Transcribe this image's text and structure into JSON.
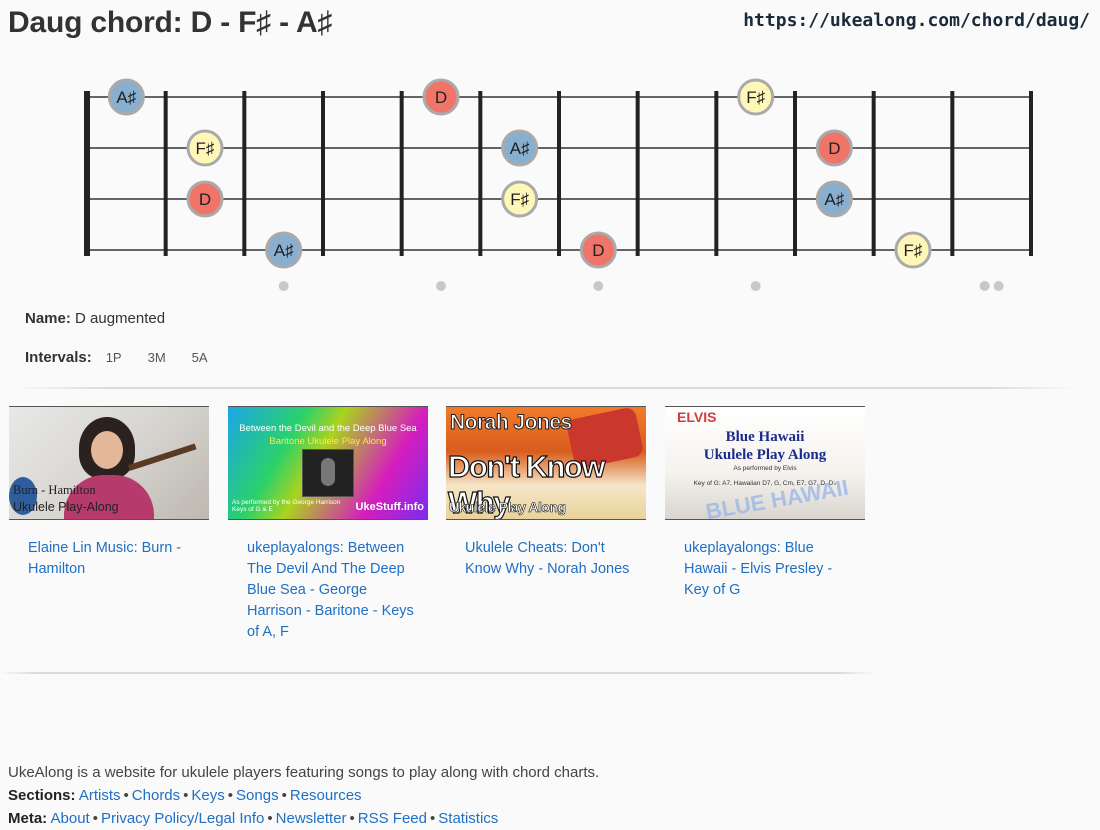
{
  "page": {
    "title": "Daug chord: D - F♯ - A♯",
    "url": "https://ukealong.com/chord/daug/"
  },
  "colors": {
    "note_A#": "#88afd0",
    "note_F#": "#fff7b8",
    "note_D": "#f07468",
    "note_stroke": "#aaaaaa",
    "link": "#1f6fc5"
  },
  "fretboard": {
    "strings": 4,
    "frets": 12,
    "markers": [
      3,
      5,
      7,
      9,
      12
    ],
    "notes": [
      {
        "string": 1,
        "fret": 1,
        "label": "A♯"
      },
      {
        "string": 1,
        "fret": 5,
        "label": "D"
      },
      {
        "string": 1,
        "fret": 9,
        "label": "F♯"
      },
      {
        "string": 2,
        "fret": 2,
        "label": "F♯"
      },
      {
        "string": 2,
        "fret": 6,
        "label": "A♯"
      },
      {
        "string": 2,
        "fret": 10,
        "label": "D"
      },
      {
        "string": 3,
        "fret": 2,
        "label": "D"
      },
      {
        "string": 3,
        "fret": 6,
        "label": "F♯"
      },
      {
        "string": 3,
        "fret": 10,
        "label": "A♯"
      },
      {
        "string": 4,
        "fret": 3,
        "label": "A♯"
      },
      {
        "string": 4,
        "fret": 7,
        "label": "D"
      },
      {
        "string": 4,
        "fret": 11,
        "label": "F♯"
      }
    ]
  },
  "chord_info": {
    "name_label": "Name:",
    "name_value": "D augmented",
    "intervals_label": "Intervals:",
    "intervals": [
      "1P",
      "3M",
      "5A"
    ]
  },
  "videos": [
    {
      "title": "Elaine Lin Music: Burn - Hamilton",
      "thumb_caption_1": "Burn - Hamilton",
      "thumb_caption_2": "Ukulele Play-Along"
    },
    {
      "title": "ukeplayalongs: Between The Devil And The Deep Blue Sea - George Harrison - Baritone - Keys of A, F",
      "thumb_line_1": "Between the Devil and the Deep Blue Sea",
      "thumb_line_2": "Baritone Ukulele Play Along",
      "thumb_line_3": "As performed by the George Harrison",
      "thumb_line_3b": "Keys of G & E",
      "thumb_brand": "UkeStuff.info"
    },
    {
      "title": "Ukulele Cheats: Don't Know Why - Norah Jones",
      "thumb_line_1": "Norah Jones",
      "thumb_line_2": "Don't Know Why",
      "thumb_line_3": "Ukulele Play Along"
    },
    {
      "title": "ukeplayalongs: Blue Hawaii - Elvis Presley - Key of G",
      "thumb_line_0": "ELVIS",
      "thumb_line_1": "Blue Hawaii",
      "thumb_line_2": "Ukulele Play Along",
      "thumb_line_3": "As performed by Elvis",
      "thumb_line_4": "Key of G: A7, Hawaiian D7, G, Cm, E7, G7, D, D♭",
      "thumb_line_5": "BLUE HAWAII"
    }
  ],
  "footer": {
    "description": "UkeAlong is a website for ukulele players featuring songs to play along with chord charts.",
    "sections_label": "Sections:",
    "sections": [
      "Artists",
      "Chords",
      "Keys",
      "Songs",
      "Resources"
    ],
    "meta_label": "Meta:",
    "meta": [
      "About",
      "Privacy Policy/Legal Info",
      "Newsletter",
      "RSS Feed",
      "Statistics"
    ]
  }
}
